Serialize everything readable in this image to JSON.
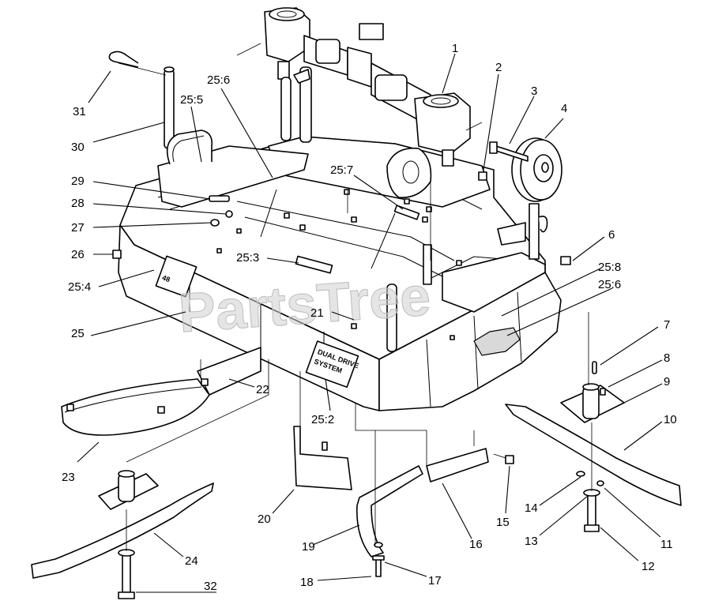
{
  "watermark": "PartsTree",
  "decal_48": "48",
  "decal_dual_drive": [
    "DUAL DRIVE",
    "SYSTEM"
  ],
  "callouts": [
    {
      "id": "1",
      "label": "1"
    },
    {
      "id": "2",
      "label": "2"
    },
    {
      "id": "3",
      "label": "3"
    },
    {
      "id": "4",
      "label": "4"
    },
    {
      "id": "6",
      "label": "6"
    },
    {
      "id": "7",
      "label": "7"
    },
    {
      "id": "8",
      "label": "8"
    },
    {
      "id": "9",
      "label": "9"
    },
    {
      "id": "10",
      "label": "10"
    },
    {
      "id": "11",
      "label": "11"
    },
    {
      "id": "12",
      "label": "12"
    },
    {
      "id": "13",
      "label": "13"
    },
    {
      "id": "14",
      "label": "14"
    },
    {
      "id": "15",
      "label": "15"
    },
    {
      "id": "16",
      "label": "16"
    },
    {
      "id": "17",
      "label": "17"
    },
    {
      "id": "18",
      "label": "18"
    },
    {
      "id": "19",
      "label": "19"
    },
    {
      "id": "20",
      "label": "20"
    },
    {
      "id": "21",
      "label": "21"
    },
    {
      "id": "22",
      "label": "22"
    },
    {
      "id": "23",
      "label": "23"
    },
    {
      "id": "24",
      "label": "24"
    },
    {
      "id": "25",
      "label": "25"
    },
    {
      "id": "25-2",
      "label": "25:2"
    },
    {
      "id": "25-3",
      "label": "25:3"
    },
    {
      "id": "25-4",
      "label": "25:4"
    },
    {
      "id": "25-5",
      "label": "25:5"
    },
    {
      "id": "25-6a",
      "label": "25:6"
    },
    {
      "id": "25-6b",
      "label": "25:6"
    },
    {
      "id": "25-7",
      "label": "25:7"
    },
    {
      "id": "25-8",
      "label": "25:8"
    },
    {
      "id": "26",
      "label": "26"
    },
    {
      "id": "27",
      "label": "27"
    },
    {
      "id": "28",
      "label": "28"
    },
    {
      "id": "29",
      "label": "29"
    },
    {
      "id": "30",
      "label": "30"
    },
    {
      "id": "31",
      "label": "31"
    },
    {
      "id": "32",
      "label": "32"
    }
  ]
}
